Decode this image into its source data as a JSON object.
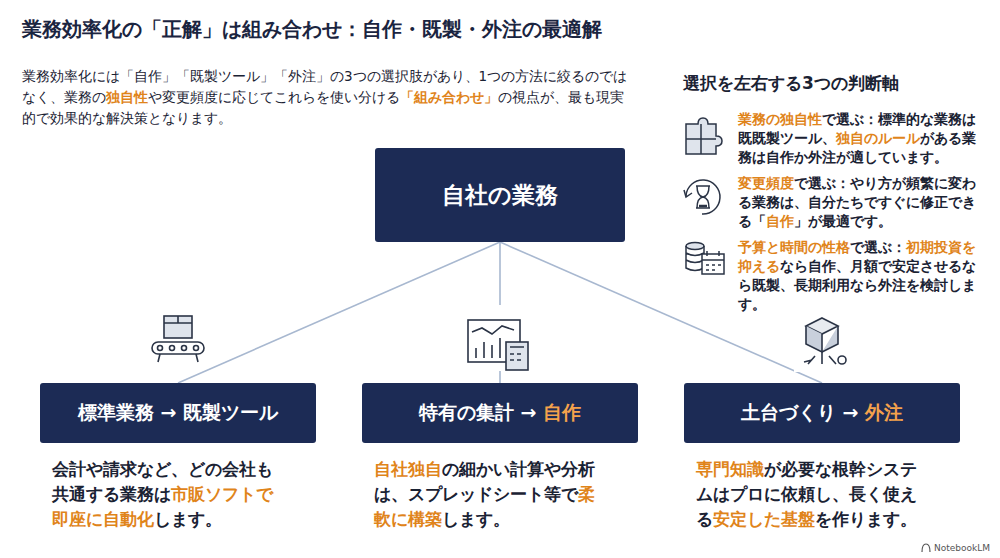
{
  "diagram": {
    "title": "業務効率化の「正解」は組み合わせ：自作・既製・外注の最適解",
    "nodes": [
      {
        "text": [
          "自社の業務"
        ]
      },
      {
        "text": [
          "標準業務 → 既製ツール",
          "会計や請求など、どの会社も共通する業務は市販ソフトで即座に自動化します。"
        ]
      },
      {
        "text": [
          "特有の集計 → 自作",
          "自社独自の細かい計算や分析は、スプレッドシート等で柔軟に構築します。"
        ]
      },
      {
        "text": [
          "土台づくり → 外注",
          "専門知識が必要な根幹システムはプロに依頼し、長く使える安定した基盤を作ります。"
        ]
      }
    ],
    "edges": [
      {
        "from": 0,
        "to": 1,
        "arrow": "none"
      },
      {
        "from": 0,
        "to": 2,
        "arrow": "none"
      },
      {
        "from": 0,
        "to": 3,
        "arrow": "none"
      }
    ],
    "labels": [
      "業務効率化には「自作」「既製ツール」「外注」の3つの選択肢があり、1つの方法に絞るのではなく、業務の独自性や変更頻度に応じてこれらを使い分ける「組み合わせ」の視点が、最も現実的で効果的な解決策となります。",
      "選択を左右する3つの判断軸",
      "業務の独自性で選ぶ：標準的な業務は既既製ツール、独自のルールがある業務は自作か外注が適しています。",
      "変更頻度で選ぶ：やり方が頻繁に変わる業務は、自分たちですぐに修正できる「自作」が最適です。",
      "予算と時間の性格で選ぶ：初期投資を抑えるなら自作、月額で安定させるなら既製、長期利用なら外注を検討します。",
      "NotebookLM"
    ]
  }
}
